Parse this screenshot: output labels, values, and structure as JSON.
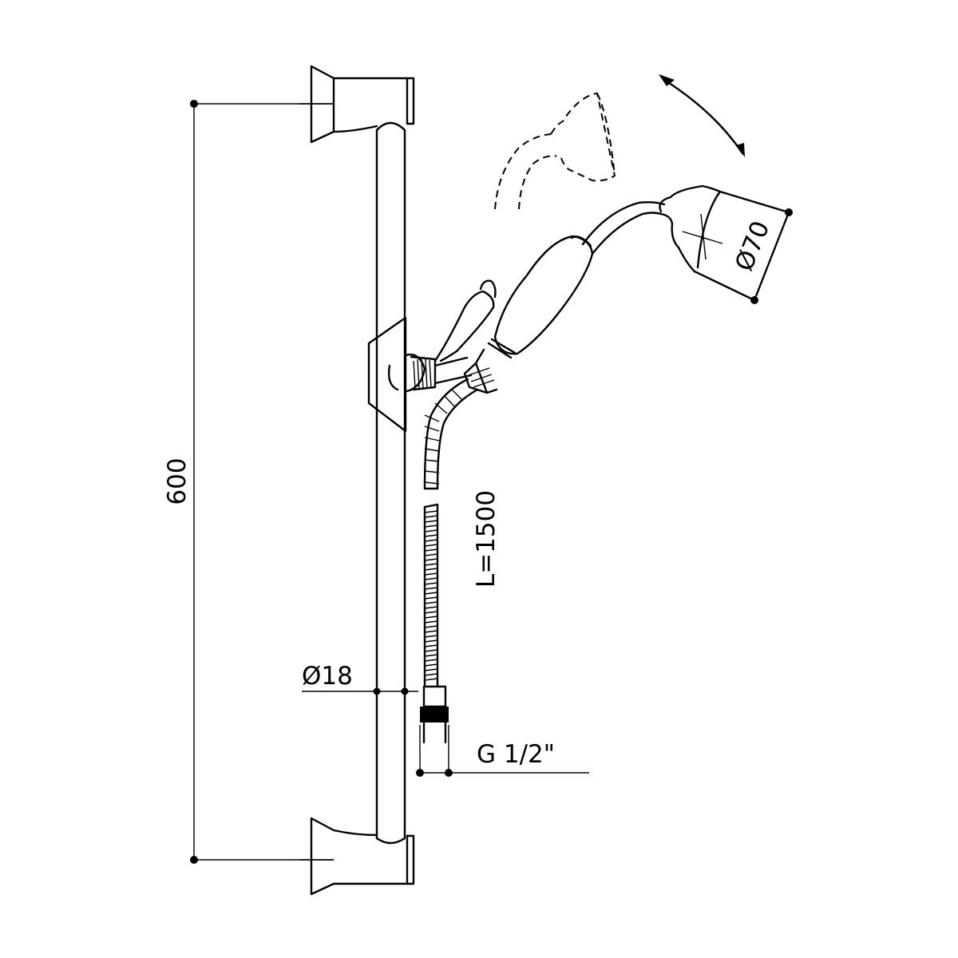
{
  "dimensions": {
    "bar_length": "600",
    "bar_diameter": "Ø18",
    "head_diameter": "Ø70",
    "hose_length": "L=1500",
    "hose_thread": "G 1/2\""
  },
  "colors": {
    "line": "#000000",
    "background": "#ffffff"
  }
}
